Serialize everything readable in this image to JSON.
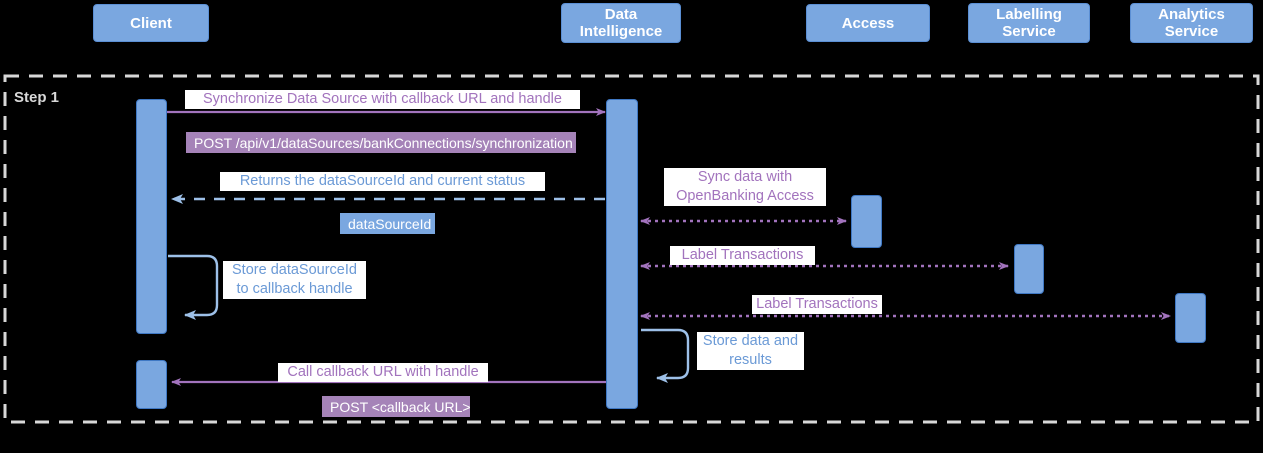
{
  "diagram": {
    "type": "sequence-diagram",
    "background_color": "#000000",
    "colors": {
      "actor_fill": "#7aa7e0",
      "actor_text": "#ffffff",
      "activation_fill": "#7aa7e0",
      "activation_stroke": "#3f78c4",
      "purple_arrow": "#a273bd",
      "blue_arrow": "#9dc0e8",
      "purple_badge": "#a583b8",
      "blue_badge": "#7aa7e0",
      "group_border": "#d8d8d8",
      "group_label_text": "#d8d8d8"
    }
  },
  "participants": [
    {
      "id": "client",
      "label": "Client"
    },
    {
      "id": "di",
      "label": "Data\nIntelligence"
    },
    {
      "id": "access",
      "label": "Access"
    },
    {
      "id": "labelling",
      "label": "Labelling\nService"
    },
    {
      "id": "analytics",
      "label": "Analytics\nService"
    }
  ],
  "group": {
    "label": "Step 1"
  },
  "messages": [
    {
      "id": "m1",
      "from": "client",
      "to": "di",
      "text": "Synchronize Data Source with callback URL and handle",
      "style": "solid",
      "direction": "right",
      "color": "purple",
      "note": "POST /api/v1/dataSources/bankConnections/synchronization",
      "note_color": "purple"
    },
    {
      "id": "m2",
      "from": "di",
      "to": "client",
      "text": "Returns the dataSourceId and current status",
      "style": "dashed",
      "direction": "left",
      "color": "blue",
      "note": "dataSourceId",
      "note_color": "blue"
    },
    {
      "id": "m3",
      "from": "di",
      "to": "access",
      "text": "Sync data with\nOpenBanking Access",
      "style": "dotted",
      "direction": "both",
      "color": "purple",
      "note": null,
      "note_color": null
    },
    {
      "id": "m4",
      "from": "client",
      "to": "client",
      "text": "Store dataSourceId\nto callback handle",
      "style": "self-loop",
      "direction": "left",
      "color": "blue",
      "note": null,
      "note_color": null
    },
    {
      "id": "m5",
      "from": "di",
      "to": "labelling",
      "text": "Label Transactions",
      "style": "dotted",
      "direction": "both",
      "color": "purple",
      "note": null,
      "note_color": null
    },
    {
      "id": "m6",
      "from": "di",
      "to": "analytics",
      "text": "Label Transactions",
      "style": "dotted",
      "direction": "both",
      "color": "purple",
      "note": null,
      "note_color": null
    },
    {
      "id": "m7",
      "from": "di",
      "to": "di",
      "text": "Store data and\nresults",
      "style": "self-loop",
      "direction": "left",
      "color": "blue",
      "note": null,
      "note_color": null
    },
    {
      "id": "m8",
      "from": "di",
      "to": "client",
      "text": "Call callback URL with handle",
      "style": "solid",
      "direction": "left",
      "color": "purple",
      "note": "POST <callback URL>",
      "note_color": "purple"
    }
  ]
}
